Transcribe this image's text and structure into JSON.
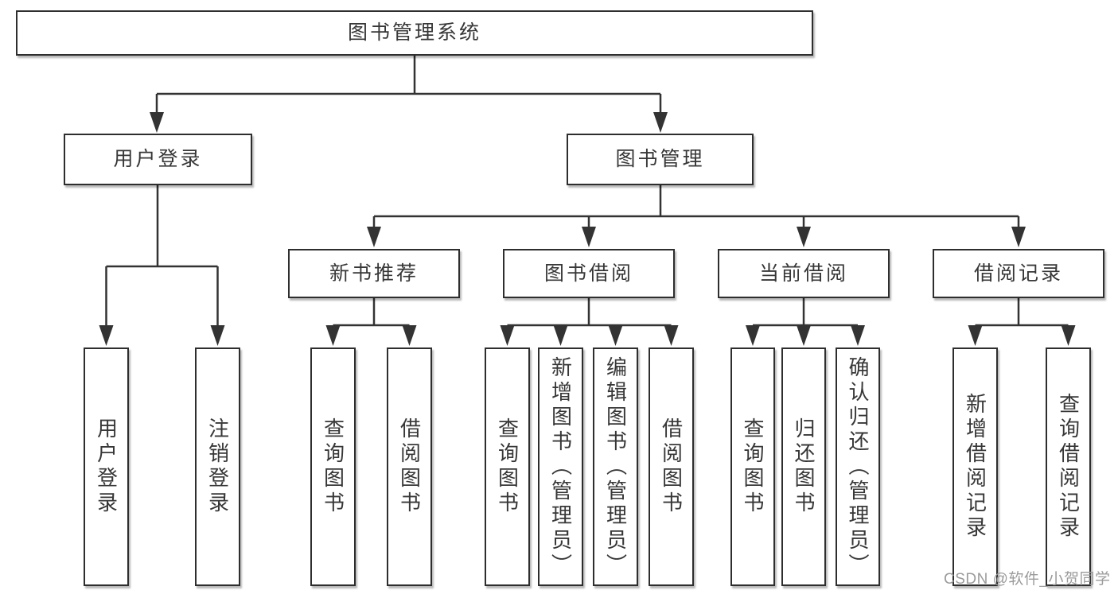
{
  "diagram": {
    "root": {
      "label": "图书管理系统"
    },
    "branches": [
      {
        "label": "用户登录",
        "children": [
          {
            "label": "用户登录"
          },
          {
            "label": "注销登录"
          }
        ]
      },
      {
        "label": "图书管理",
        "children": [
          {
            "label": "新书推荐",
            "children": [
              {
                "label": "查询图书"
              },
              {
                "label": "借阅图书"
              }
            ]
          },
          {
            "label": "图书借阅",
            "children": [
              {
                "label": "查询图书"
              },
              {
                "label": "新增图书（管理员）"
              },
              {
                "label": "编辑图书（管理员）"
              },
              {
                "label": "借阅图书"
              }
            ]
          },
          {
            "label": "当前借阅",
            "children": [
              {
                "label": "查询图书"
              },
              {
                "label": "归还图书"
              },
              {
                "label": "确认归还（管理员）"
              }
            ]
          },
          {
            "label": "借阅记录",
            "children": [
              {
                "label": "新增借阅记录"
              },
              {
                "label": "查询借阅记录"
              }
            ]
          }
        ]
      }
    ]
  },
  "watermark": {
    "text": "CSDN @软件_小贺同学"
  },
  "colors": {
    "line": "#333333",
    "border": "#2e2e2e",
    "text": "#373737",
    "watermark": "#9b9b9b"
  }
}
